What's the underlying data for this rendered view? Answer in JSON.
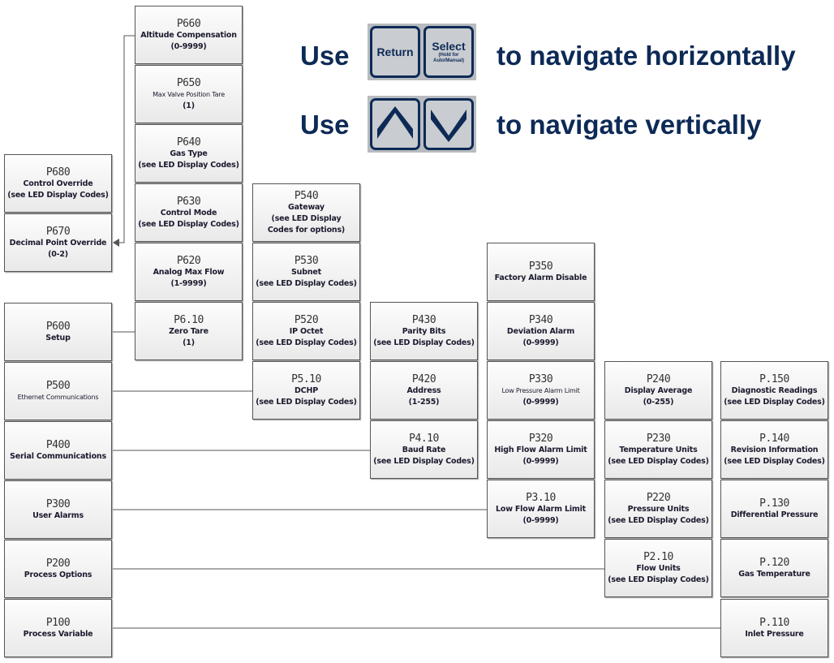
{
  "nav": {
    "use_label": "Use",
    "horizontal_text": "to navigate horizontally",
    "vertical_text": "to navigate vertically",
    "return_key": "Return",
    "select_key": "Select",
    "select_sub": "(Hold for Auto/Manual)",
    "up_key_icon": "chevron-up-icon",
    "down_key_icon": "chevron-down-icon"
  },
  "boxes": [
    {
      "code": "P660",
      "title": "Altitude Compensation",
      "range": "(0-9999)"
    },
    {
      "code": "P650",
      "title": "Max Valve Position Tare",
      "range": "(1)"
    },
    {
      "code": "P640",
      "title": "Gas Type",
      "range": "(see LED Display Codes)"
    },
    {
      "code": "P630",
      "title": "Control Mode",
      "range": "(see LED Display Codes)"
    },
    {
      "code": "P620",
      "title": "Analog Max Flow",
      "range": "(1-9999)"
    },
    {
      "code": "P6.10",
      "title": "Zero Tare",
      "range": "(1)"
    },
    {
      "code": "P680",
      "title": "Control Override",
      "range": "(see LED Display Codes)"
    },
    {
      "code": "P670",
      "title": "Decimal Point Override",
      "range": "(0-2)"
    },
    {
      "code": "P600",
      "title": "Setup",
      "range": ""
    },
    {
      "code": "P500",
      "title": "Ethernet Communications",
      "range": ""
    },
    {
      "code": "P400",
      "title": "Serial Communications",
      "range": ""
    },
    {
      "code": "P300",
      "title": "User Alarms",
      "range": ""
    },
    {
      "code": "P200",
      "title": "Process Options",
      "range": ""
    },
    {
      "code": "P100",
      "title": "Process Variable",
      "range": ""
    },
    {
      "code": "P540",
      "title": "Gateway",
      "range": "(see LED Display Codes for options)"
    },
    {
      "code": "P530",
      "title": "Subnet",
      "range": "(see LED Display Codes)"
    },
    {
      "code": "P520",
      "title": "IP Octet",
      "range": "(see LED Display Codes)"
    },
    {
      "code": "P5.10",
      "title": "DCHP",
      "range": "(see LED Display Codes)"
    },
    {
      "code": "P430",
      "title": "Parity Bits",
      "range": "(see LED Display Codes)"
    },
    {
      "code": "P420",
      "title": "Address",
      "range": "(1-255)"
    },
    {
      "code": "P4.10",
      "title": "Baud Rate",
      "range": "(see LED Display Codes)"
    },
    {
      "code": "P350",
      "title": "Factory Alarm Disable",
      "range": ""
    },
    {
      "code": "P340",
      "title": "Deviation Alarm",
      "range": "(0-9999)"
    },
    {
      "code": "P330",
      "title": "Low Pressure Alarm Limit",
      "range": "(0-9999)"
    },
    {
      "code": "P320",
      "title": "High Flow Alarm Limit",
      "range": "(0-9999)"
    },
    {
      "code": "P3.10",
      "title": "Low Flow Alarm Limit",
      "range": "(0-9999)"
    },
    {
      "code": "P240",
      "title": "Display Average",
      "range": "(0-255)"
    },
    {
      "code": "P230",
      "title": "Temperature Units",
      "range": "(see LED Display Codes)"
    },
    {
      "code": "P220",
      "title": "Pressure Units",
      "range": "(see LED Display Codes)"
    },
    {
      "code": "P2.10",
      "title": "Flow Units",
      "range": "(see LED Display Codes)"
    },
    {
      "code": "P.150",
      "title": "Diagnostic Readings",
      "range": "(see LED Display Codes)"
    },
    {
      "code": "P.140",
      "title": "Revision Information",
      "range": "(see LED Display Codes)"
    },
    {
      "code": "P.130",
      "title": "Differential Pressure",
      "range": ""
    },
    {
      "code": "P.120",
      "title": "Gas Temperature",
      "range": ""
    },
    {
      "code": "P.110",
      "title": "Inlet Pressure",
      "range": ""
    }
  ]
}
